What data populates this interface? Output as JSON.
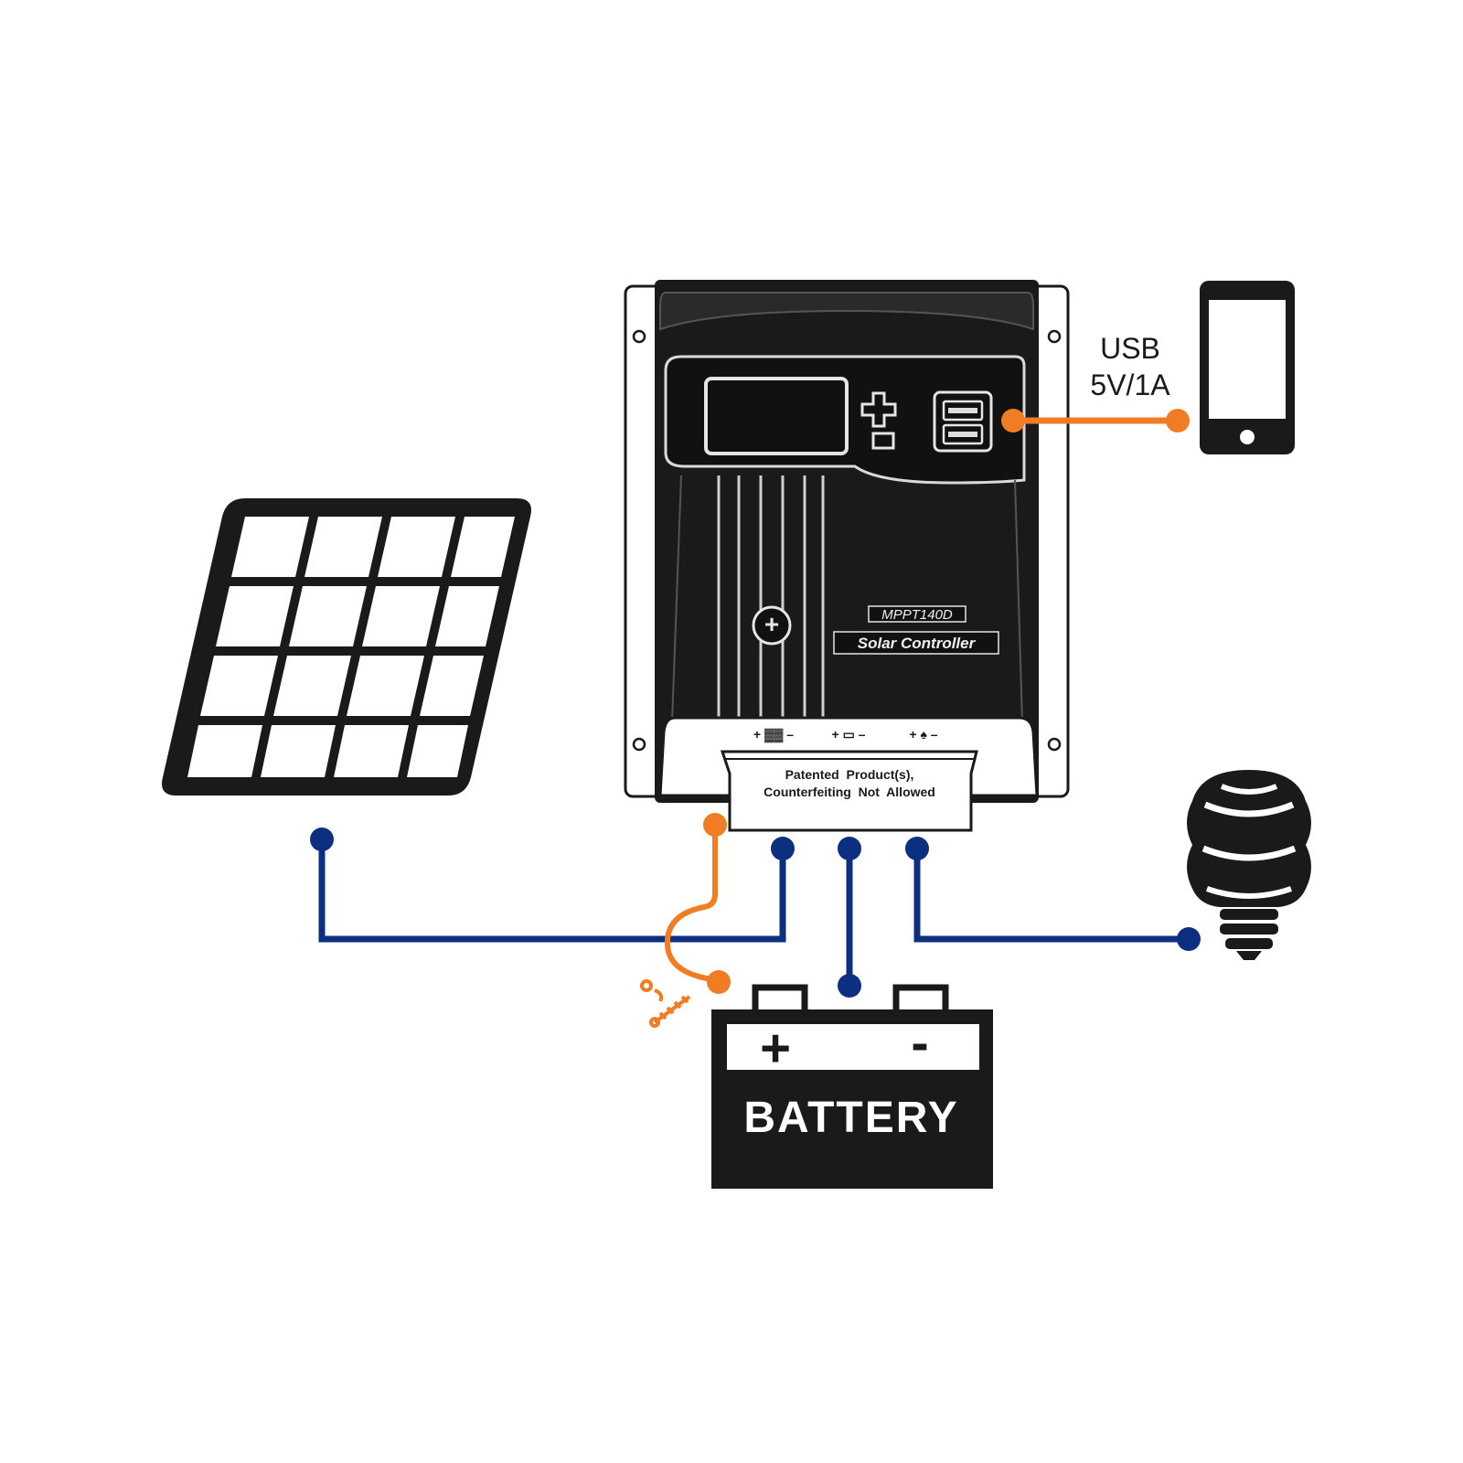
{
  "usb": {
    "line1": "USB",
    "line2": "5V/1A"
  },
  "controller": {
    "model": "MPPT140D",
    "name": "Solar Controller",
    "notice_line1": "Patented  Product(s),",
    "notice_line2": "Counterfeiting  Not  Allowed",
    "terminal_solar_label": "+ ▓▓ –",
    "terminal_battery_label": "+ ▭ –",
    "terminal_load_label": "+ ♠ –"
  },
  "battery": {
    "label": "BATTERY",
    "plus": "+",
    "minus": "-"
  },
  "colors": {
    "wire_dc": "#0d2f82",
    "wire_usb": "#f07d23",
    "wire_sensor": "#f07d23",
    "ink": "#1a1a1a"
  },
  "icons": [
    "solar-panel-icon",
    "charge-controller-icon",
    "phone-icon",
    "battery-icon",
    "light-bulb-icon",
    "temperature-sensor-icon"
  ]
}
